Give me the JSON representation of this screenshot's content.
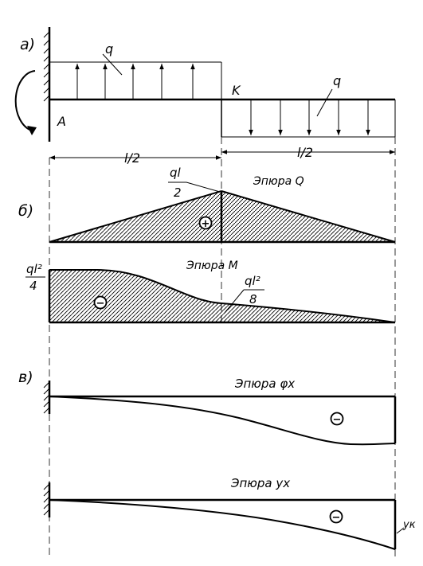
{
  "labels": {
    "part_a": "а)",
    "part_b": "б)",
    "part_v": "в)",
    "load_left": "q",
    "load_right": "q",
    "point_k": "K",
    "support_a": "A",
    "dim_left": "l/2",
    "dim_right": "l/2",
    "q_peak_num": "ql",
    "q_peak_den": "2",
    "epure_q": "Эпюра Q",
    "m_left_num": "ql²",
    "m_left_den": "4",
    "epure_m": "Эпюра M",
    "m_mid_num": "ql²",
    "m_mid_den": "8",
    "epure_phi": "Эпюра φx",
    "epure_y": "Эпюра yx",
    "y_k": "yк",
    "sign_plus": "+",
    "sign_minus": "−"
  },
  "colors": {
    "line": "#000000",
    "background": "#ffffff"
  }
}
